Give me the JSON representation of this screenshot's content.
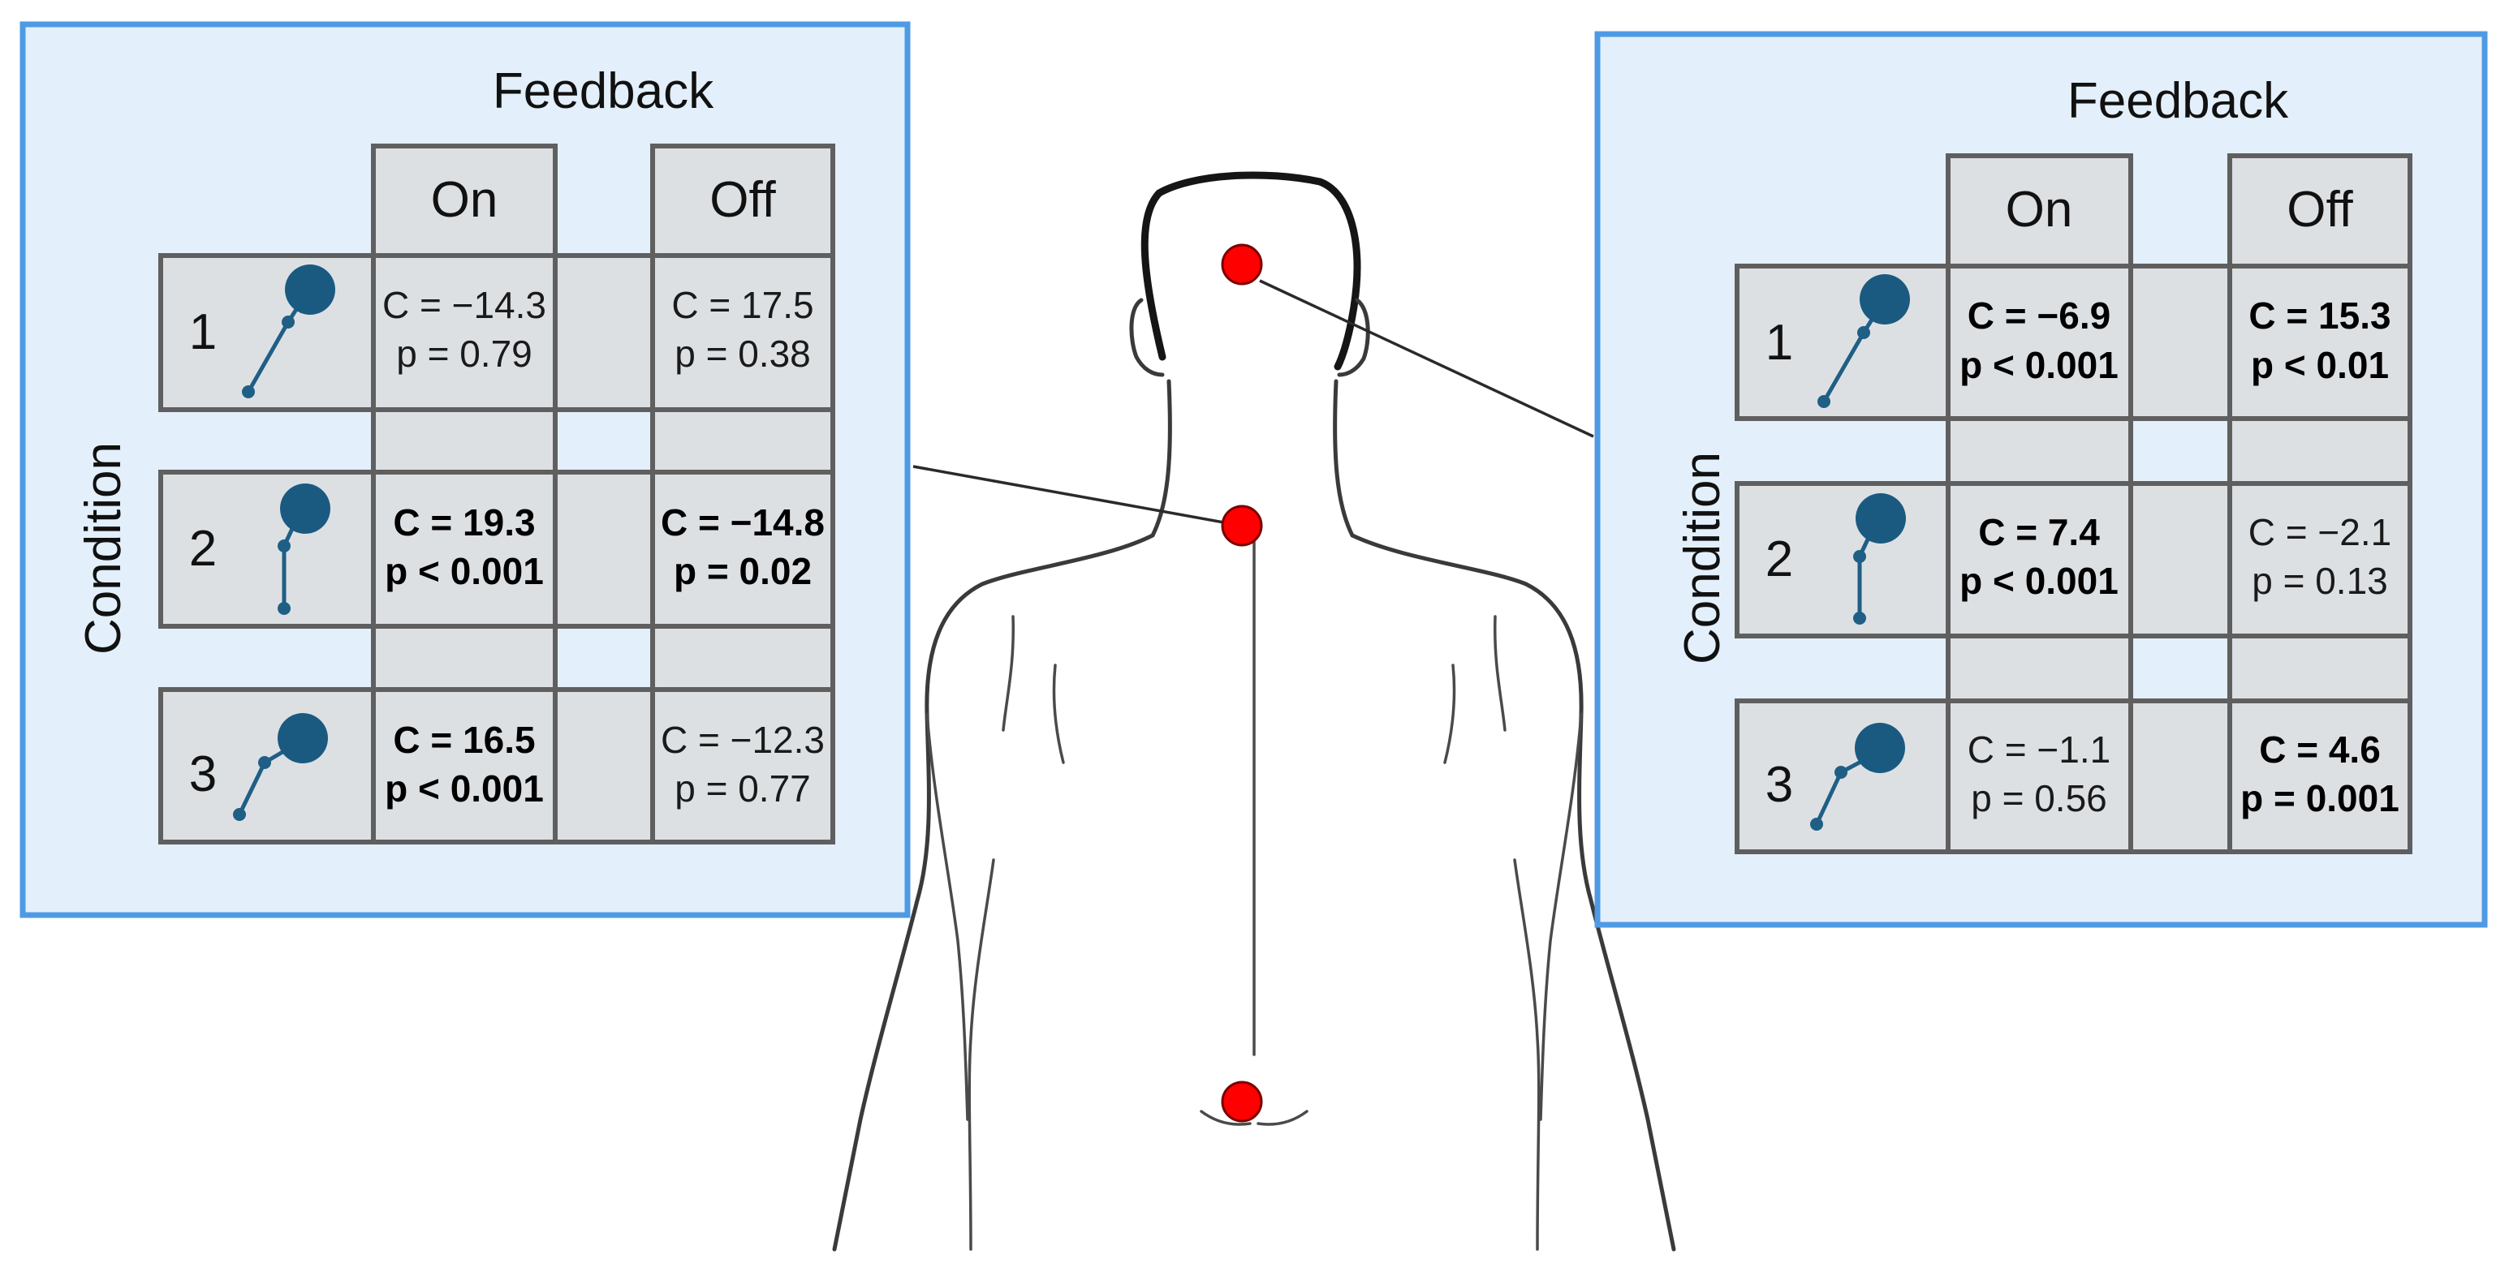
{
  "colors": {
    "panel_fill": "#e3effa",
    "panel_border": "#4f9ae4",
    "cell_fill": "#dde0e3",
    "cell_border": "#5f5f5f",
    "marker": "#ff0000",
    "limb": "#1f5f86"
  },
  "sensor_markers": [
    "head",
    "upper-back",
    "lower-back"
  ],
  "panels": [
    {
      "id": "left",
      "feedback_label": "Feedback",
      "condition_label": "Condition",
      "columns": [
        "On",
        "Off"
      ],
      "rows": [
        {
          "num": "1",
          "icon": "arm-raised-diagonal-icon",
          "on": {
            "c": "C = −14.3",
            "p": "p = 0.79",
            "bold": false
          },
          "off": {
            "c": "C = 17.5",
            "p": "p = 0.38",
            "bold": false
          }
        },
        {
          "num": "2",
          "icon": "arm-vertical-icon",
          "on": {
            "c": "C = 19.3",
            "p": "p < 0.001",
            "bold": true
          },
          "off": {
            "c": "C = −14.8",
            "p": "p = 0.02",
            "bold": true
          }
        },
        {
          "num": "3",
          "icon": "arm-bent-icon",
          "on": {
            "c": "C = 16.5",
            "p": "p < 0.001",
            "bold": true
          },
          "off": {
            "c": "C = −12.3",
            "p": "p = 0.77",
            "bold": false
          }
        }
      ]
    },
    {
      "id": "right",
      "feedback_label": "Feedback",
      "condition_label": "Condition",
      "columns": [
        "On",
        "Off"
      ],
      "rows": [
        {
          "num": "1",
          "icon": "arm-raised-diagonal-icon",
          "on": {
            "c": "C = −6.9",
            "p": "p < 0.001",
            "bold": true
          },
          "off": {
            "c": "C = 15.3",
            "p": "p < 0.01",
            "bold": true
          }
        },
        {
          "num": "2",
          "icon": "arm-vertical-icon",
          "on": {
            "c": "C = 7.4",
            "p": "p < 0.001",
            "bold": true
          },
          "off": {
            "c": "C = −2.1",
            "p": "p = 0.13",
            "bold": false
          }
        },
        {
          "num": "3",
          "icon": "arm-bent-icon",
          "on": {
            "c": "C = −1.1",
            "p": "p = 0.56",
            "bold": false
          },
          "off": {
            "c": "C = 4.6",
            "p": "p = 0.001",
            "bold": true
          }
        }
      ]
    }
  ]
}
